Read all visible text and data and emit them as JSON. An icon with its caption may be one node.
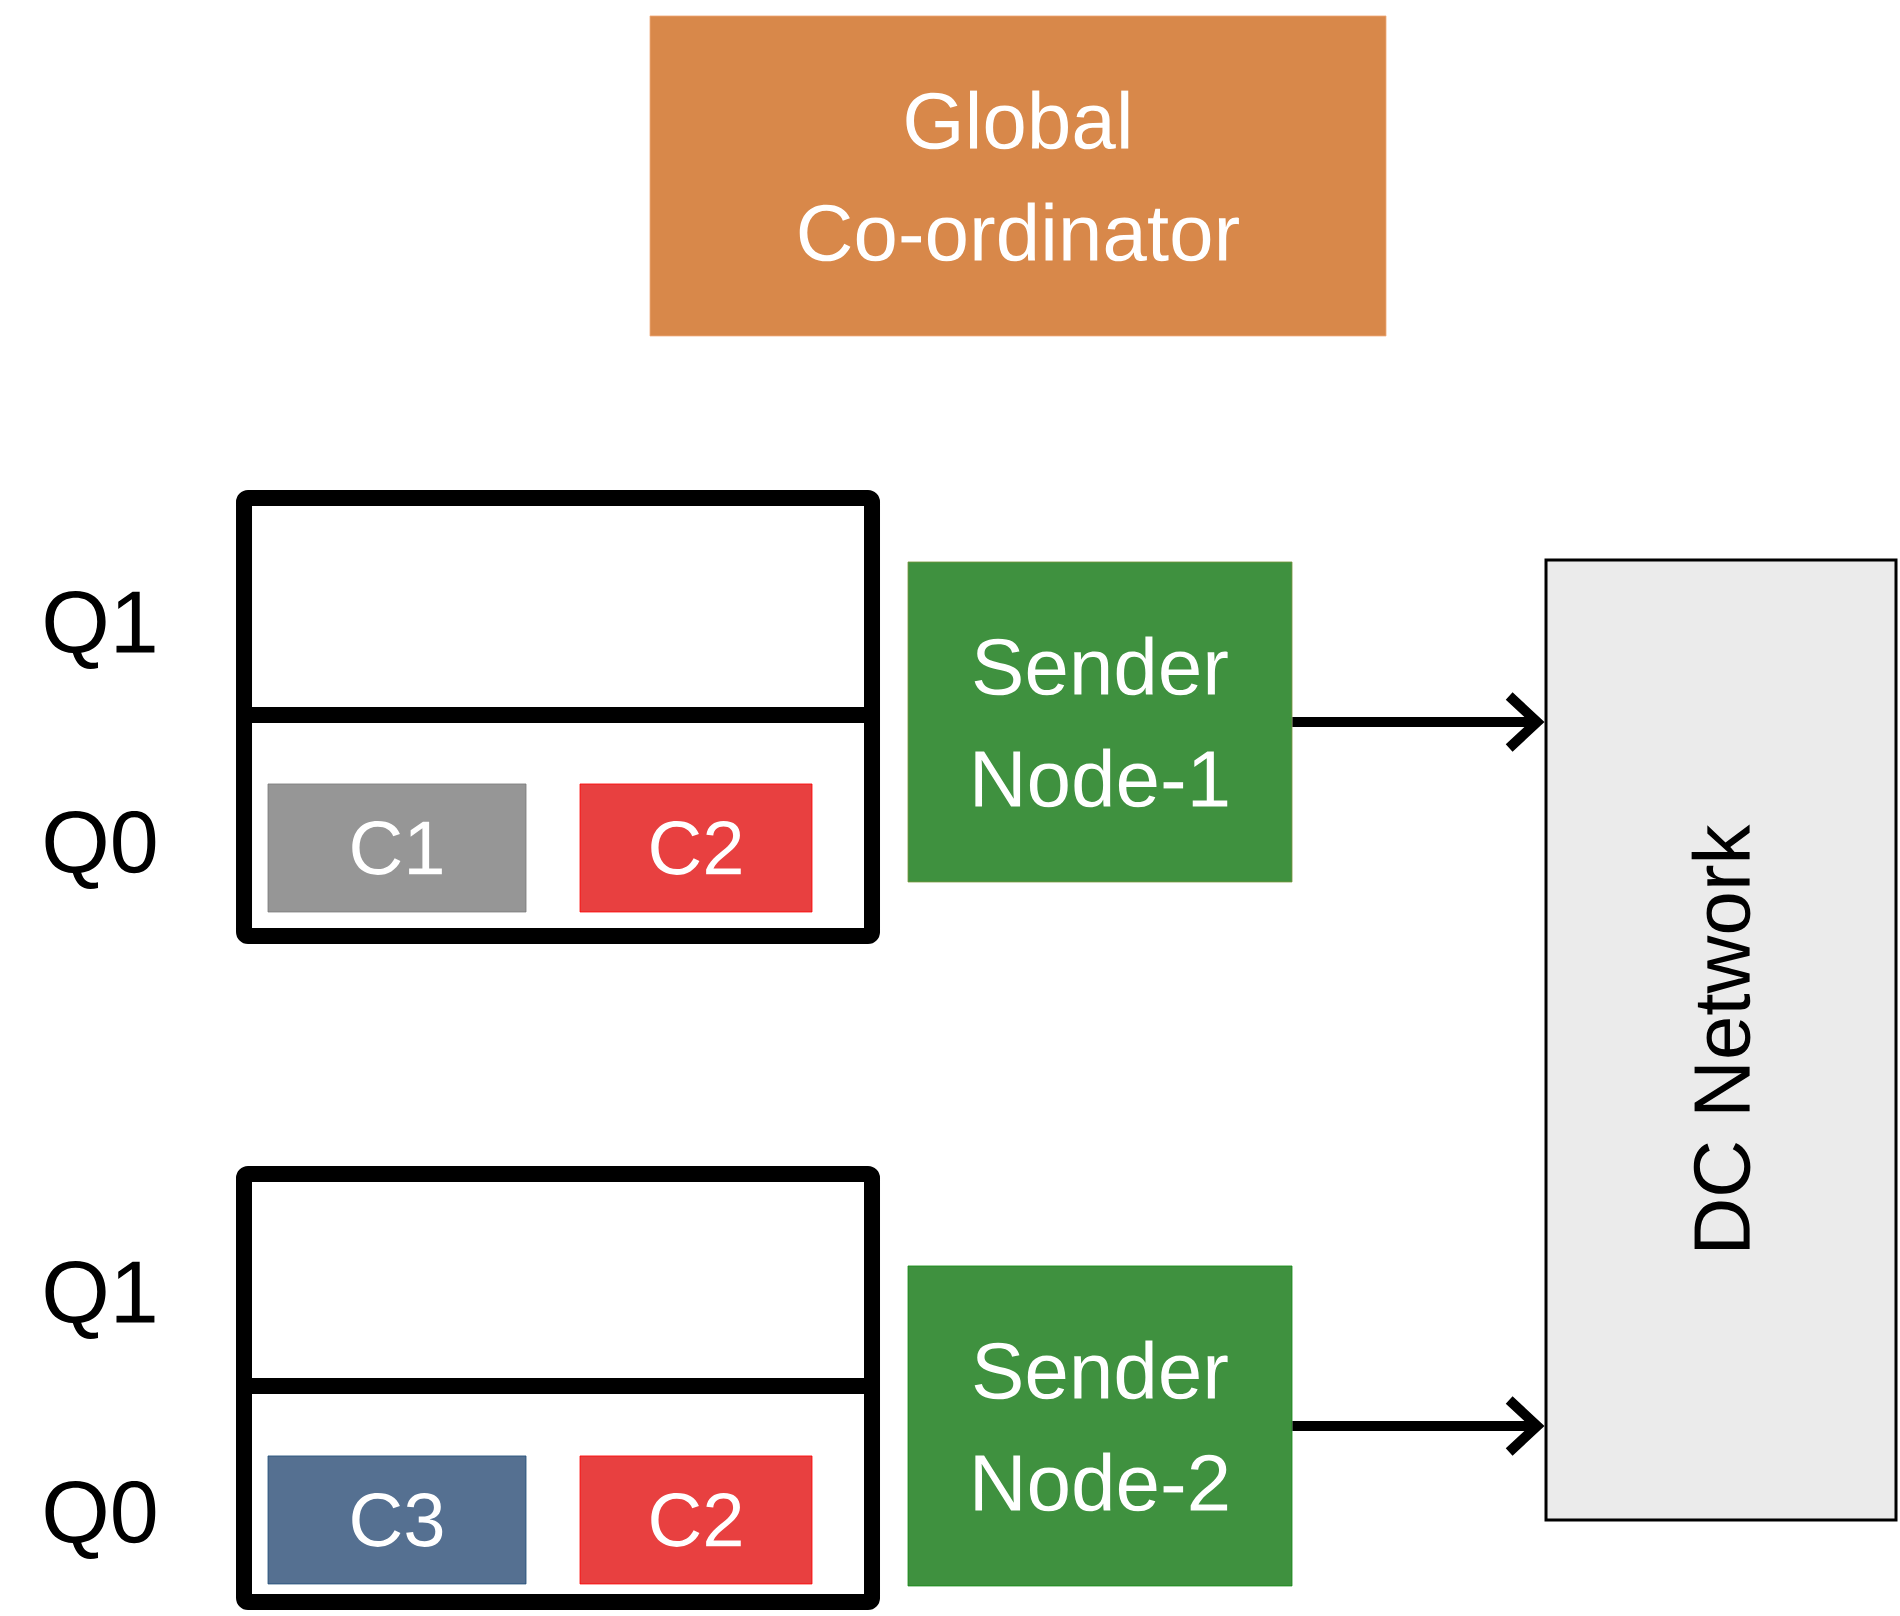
{
  "diagram": {
    "nodes": [
      {
        "text": [
          "Global Co-ordinator"
        ]
      },
      {
        "text": [],
        "shape": "box"
      },
      {
        "text": [
          "C1"
        ],
        "in": 1
      },
      {
        "text": [
          "C2"
        ],
        "in": 1
      },
      {
        "text": [
          "Sender Node-1"
        ]
      },
      {
        "text": [],
        "shape": "box"
      },
      {
        "text": [
          "C3"
        ],
        "in": 5
      },
      {
        "text": [
          "C2"
        ],
        "in": 5
      },
      {
        "text": [
          "Sender Node-2"
        ]
      },
      {
        "text": [
          "DC Network"
        ]
      }
    ],
    "edges": [
      {
        "from": 4,
        "to": 9,
        "arrow": "to"
      },
      {
        "from": 8,
        "to": 9,
        "arrow": "to"
      }
    ],
    "labels": [
      "Q1",
      "Q0",
      "Q1",
      "Q0"
    ]
  }
}
